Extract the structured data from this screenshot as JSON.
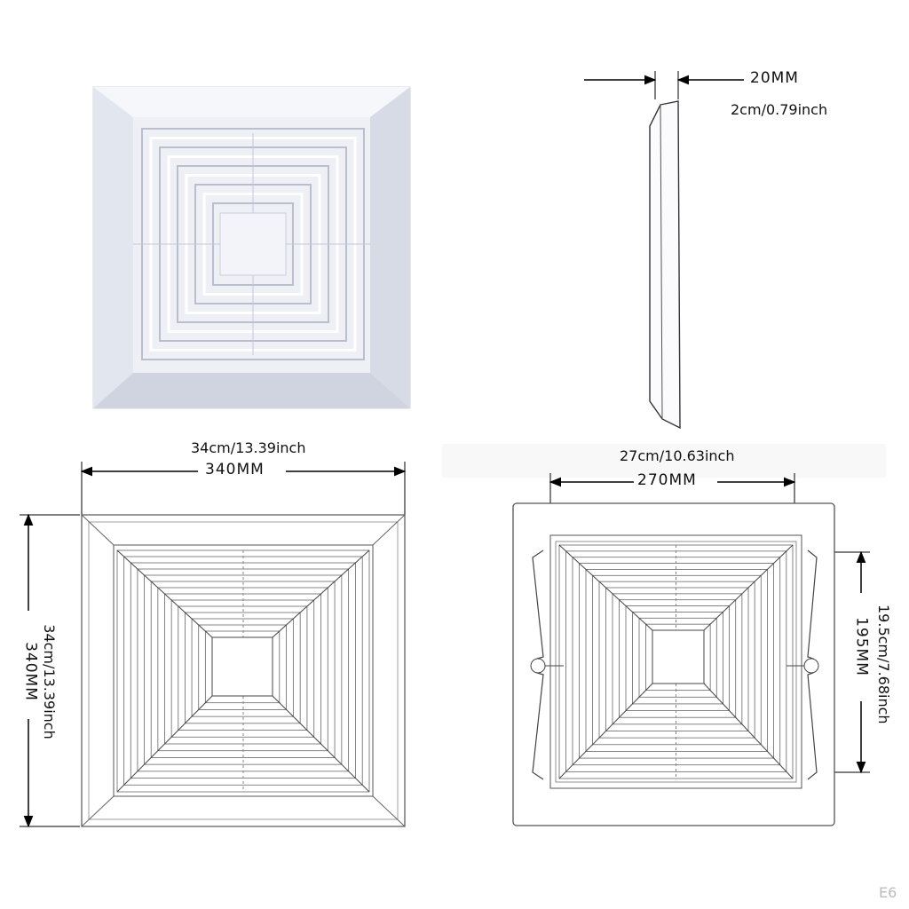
{
  "side_view": {
    "mm": "20MM",
    "inch": "2cm/0.79inch"
  },
  "front_width": {
    "inch": "34cm/13.39inch",
    "mm": "340MM"
  },
  "front_height": {
    "inch": "34cm/13.39inch",
    "mm": "340MM"
  },
  "back_width": {
    "inch": "27cm/10.63inch",
    "mm": "270MM"
  },
  "back_height": {
    "inch": "19.5cm/7.68inch",
    "mm": "195MM"
  },
  "corner_mark": "E6"
}
